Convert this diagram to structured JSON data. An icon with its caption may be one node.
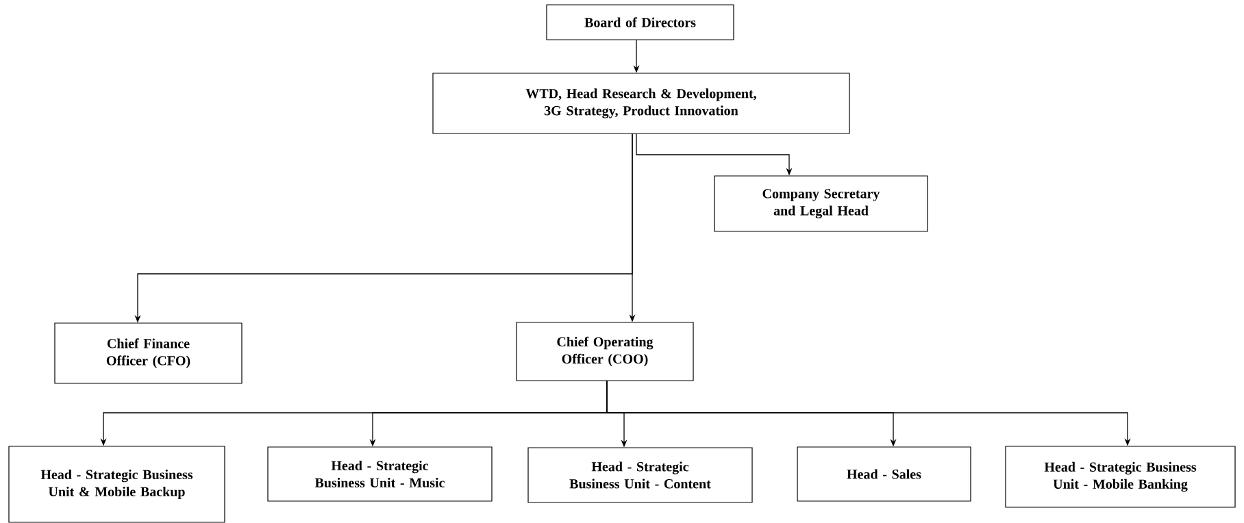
{
  "diagram": {
    "nodes": [
      {
        "text": [
          "Board of Directors"
        ]
      },
      {
        "text": [
          "WTD, Head Research & Development, 3G Strategy, Product Innovation"
        ]
      },
      {
        "text": [
          "Company Secretary and Legal Head"
        ]
      },
      {
        "text": [
          "Chief Finance Officer (CFO)"
        ]
      },
      {
        "text": [
          "Chief Operating Officer (COO)"
        ]
      },
      {
        "text": [
          "Head - Strategic Business Unit & Mobile Backup"
        ]
      },
      {
        "text": [
          "Head - Strategic Business Unit - Music"
        ]
      },
      {
        "text": [
          "Head - Strategic Business Unit - Content"
        ]
      },
      {
        "text": [
          "Head - Sales"
        ]
      },
      {
        "text": [
          "Head - Strategic Business Unit - Mobile Banking"
        ]
      }
    ],
    "edges": [
      {
        "from": 0,
        "to": 1,
        "arrow": "to"
      },
      {
        "from": 1,
        "to": 2,
        "arrow": "to"
      },
      {
        "from": 1,
        "to": 3,
        "arrow": "to"
      },
      {
        "from": 1,
        "to": 4,
        "arrow": "to"
      },
      {
        "from": 4,
        "to": 5,
        "arrow": "to"
      },
      {
        "from": 4,
        "to": 6,
        "arrow": "to"
      },
      {
        "from": 4,
        "to": 7,
        "arrow": "to"
      },
      {
        "from": 4,
        "to": 8,
        "arrow": "to"
      },
      {
        "from": 4,
        "to": 9,
        "arrow": "to"
      }
    ]
  }
}
